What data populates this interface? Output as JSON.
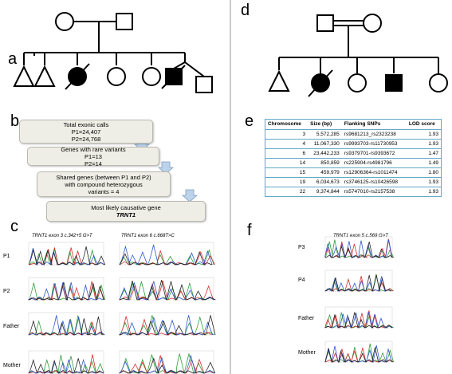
{
  "panels": {
    "a": "a",
    "b": "b",
    "c": "c",
    "d": "d",
    "e": "e",
    "f": "f"
  },
  "flowchart": {
    "step1_line1": "Total exonic calls",
    "step1_line2": "P1=24,407",
    "step1_line3": "P2=24,768",
    "step2_line1": "Genes with rare variants",
    "step2_line2": "P1=13",
    "step2_line3": "P2=14",
    "step3_line1": "Shared genes (between P1 and P2)",
    "step3_line2": "with compound heterozygous",
    "step3_line3": "variants = 4",
    "step4_line1": "Most likely causative gene",
    "step4_line2": "TRNT1"
  },
  "table": {
    "headers": [
      "Chromosome",
      "Size  (bp)",
      "Flanking SNPs",
      "LOD score"
    ],
    "rows": [
      [
        "3",
        "5,572,285",
        "rs9681213_rs2323238",
        "1.93"
      ],
      [
        "4",
        "11,067,330",
        "rs9993703-rs11730953",
        "1.93"
      ],
      [
        "6",
        "23,442,233",
        "rs9379701-rs9393672",
        "1.47"
      ],
      [
        "14",
        "850,859",
        "rs225904-rs4981796",
        "1.49"
      ],
      [
        "15",
        "459,979",
        "rs12906364-rs1011474",
        "1.80"
      ],
      [
        "19",
        "6,034,673",
        "rs3746125-rs10426598",
        "1.93"
      ],
      [
        "22",
        "9,374,844",
        "rs5747010-rs2157538",
        "1.93"
      ]
    ]
  },
  "traces_c": {
    "col1_title": "TRNT1 exon 3 c.342+5 G>T",
    "col2_title": "TRNT1 exon 6 c.668T>C",
    "rows": [
      "P1",
      "P2",
      "Father",
      "Mother"
    ]
  },
  "traces_f": {
    "title": "TRNT1 exon 5 c.569 G>T",
    "rows": [
      "P3",
      "P4",
      "Father",
      "Mother"
    ]
  },
  "colors": {
    "table_border": "#62a8c7",
    "box_fill": "#efeee6",
    "arrow_fill": "#bcd3ea",
    "trace_green": "#2e9e3a",
    "trace_red": "#d62f2f",
    "trace_blue": "#2f56c9",
    "trace_black": "#222222"
  }
}
